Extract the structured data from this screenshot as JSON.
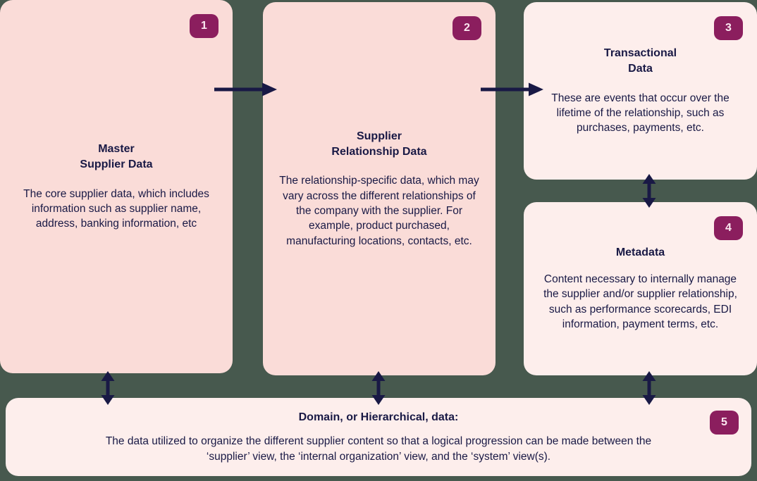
{
  "colors": {
    "background": "#47594e",
    "card_pink": "#fadcd8",
    "card_light": "#fdeeec",
    "badge": "#8b1e5e",
    "badge_text": "#fbe8f0",
    "text": "#191945",
    "arrow": "#191945"
  },
  "boxes": [
    {
      "badge": "1",
      "title": "Master\nSupplier Data",
      "body": "The core supplier data, which includes information such as supplier name, address, banking information, etc"
    },
    {
      "badge": "2",
      "title": "Supplier\nRelationship Data",
      "body": "The relationship-specific data, which may vary across the different relationships of the company with the supplier. For example, product purchased, manufacturing locations, contacts, etc."
    },
    {
      "badge": "3",
      "title": "Transactional\nData",
      "body": "These are events that occur over the lifetime of the relationship, such as purchases, payments, etc."
    },
    {
      "badge": "4",
      "title": "Metadata",
      "body": "Content necessary to internally manage the supplier and/or supplier relationship, such as performance scorecards, EDI information, payment terms, etc."
    },
    {
      "badge": "5",
      "title": "Domain, or Hierarchical, data:",
      "body": "The data utilized to organize the different supplier content so that a logical progression can be made between the ‘supplier’ view, the ‘internal organization’ view, and the ‘system’ view(s)."
    }
  ],
  "connectors": [
    {
      "from": "1",
      "to": "2",
      "type": "arrow-right"
    },
    {
      "from": "2",
      "to": "3",
      "type": "arrow-right"
    },
    {
      "from": "3",
      "to": "4",
      "type": "double-vertical"
    },
    {
      "from": "1",
      "to": "5",
      "type": "double-vertical"
    },
    {
      "from": "2",
      "to": "5",
      "type": "double-vertical"
    },
    {
      "from": "4",
      "to": "5",
      "type": "double-vertical"
    }
  ]
}
